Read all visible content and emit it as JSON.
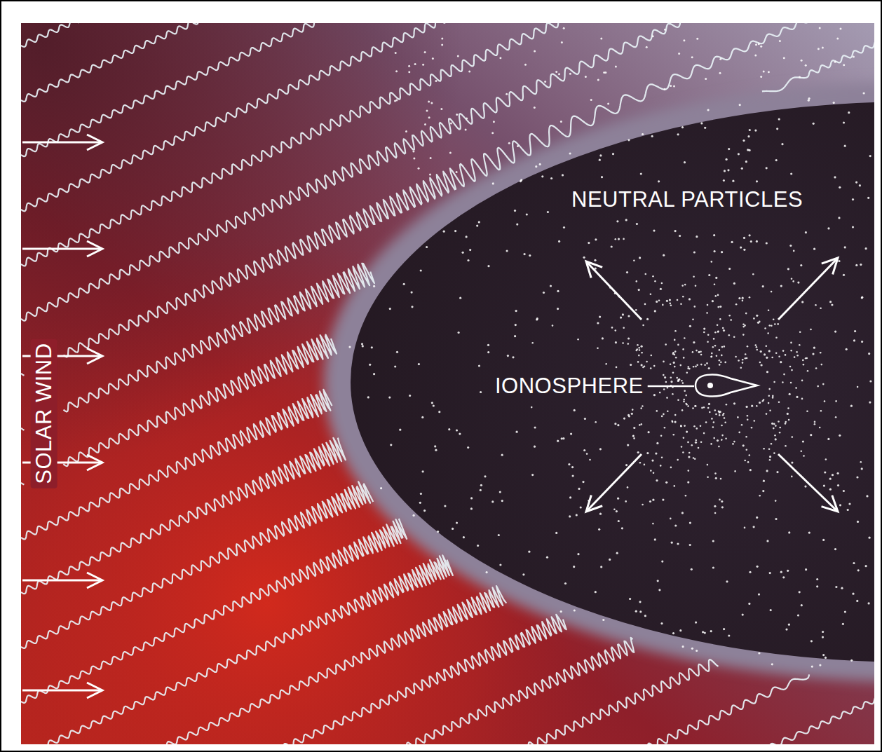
{
  "diagram": {
    "labels": [
      "SOLAR WIND",
      "NEUTRAL PARTICLES",
      "IONOSPHERE"
    ]
  }
}
